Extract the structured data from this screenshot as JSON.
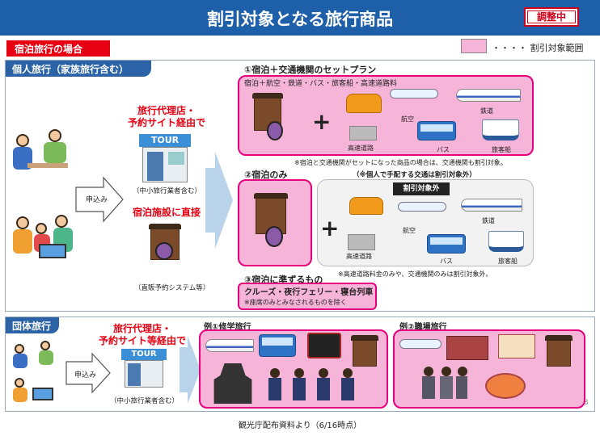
{
  "header": {
    "title": "割引対象となる旅行商品",
    "stamp": "調整中"
  },
  "case_tag": "宿泊旅行の場合",
  "legend": {
    "label": "・・・・ 割引対象範囲",
    "color": "#f7b4d9"
  },
  "individual": {
    "tag": "個人旅行（家族旅行含む）",
    "apply": "申込み",
    "agency_label": "旅行代理店・\n予約サイト経由で",
    "agency_note": "（中小旅行業者含む）",
    "direct_label": "宿泊施設に直接",
    "direct_note": "（直販予約システム等）",
    "tour_sign": "TOUR",
    "plan1": {
      "heading": "①宿泊＋交通機関のセットプラン",
      "sub": "宿泊＋航空・鉄道・バス・旅客船・高速道路料",
      "labels": [
        "航空",
        "鉄道",
        "高速道路",
        "バス",
        "旅客船"
      ],
      "note": "※宿泊と交通機関がセットになった商品の場合は、交通機関も割引対象。"
    },
    "plan2": {
      "heading": "②宿泊のみ",
      "note_top": "（※個人で手配する交通は割引対象外）",
      "excluded_tag": "割引対象外",
      "labels": [
        "航空",
        "鉄道",
        "高速道路",
        "バス",
        "旅客船"
      ],
      "note": "※高速道路料金のみや、交通機関のみは割引対象外。"
    },
    "plan3": {
      "heading": "③宿泊に準ずるもの",
      "main": "クルーズ・夜行フェリー・寝台列車",
      "sub": "※座席のみとみなされるものを除く"
    }
  },
  "group": {
    "tag": "団体旅行",
    "apply": "申込み",
    "agency_label": "旅行代理店・\n予約サイト等経由で",
    "agency_note": "（中小旅行業者含む）",
    "tour_sign": "TOUR",
    "ex1": "例①修学旅行",
    "ex2": "例②職場旅行",
    "page_number": "3"
  },
  "footer": "観光庁配布資料より（6/16時点）"
}
